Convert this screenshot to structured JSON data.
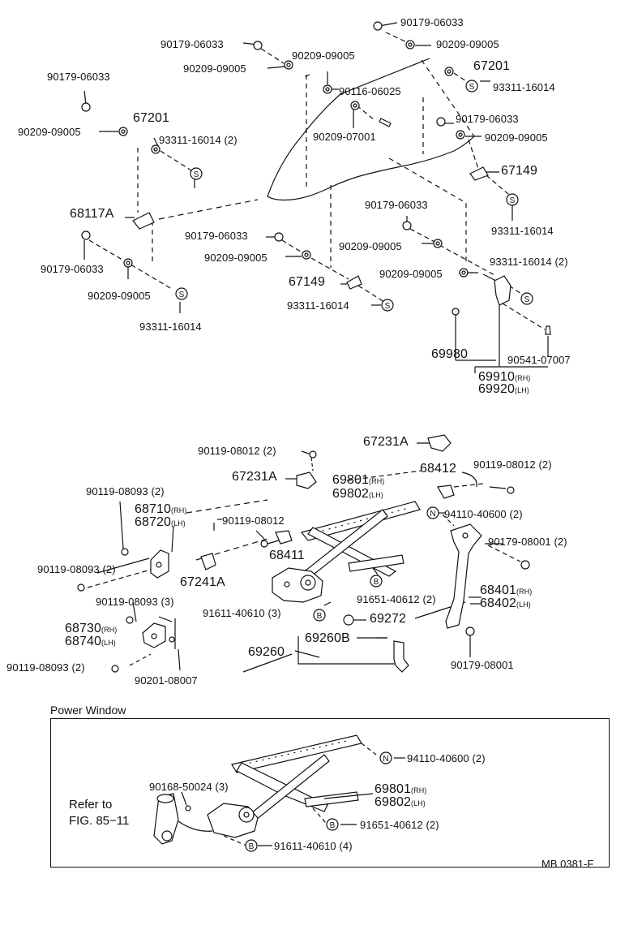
{
  "figure_id": "MB 0381-F",
  "power_window": {
    "title": "Power Window",
    "refer_line1": "Refer to",
    "refer_line2": "FIG. 85−11"
  },
  "labels": {
    "l01": "90179-06033",
    "l02": "90209-09005",
    "l03": "90179-06033",
    "l04": "90209-09005",
    "l05": "90209-09005",
    "l06": "67201",
    "l07": "93311-16014",
    "l08": "90179-06033",
    "l09": "90116-06025",
    "l10": "67201",
    "l11": "90209-09005",
    "l12": "93311-16014 (2)",
    "l13": "90209-07001",
    "l14": "90179-06033",
    "l15": "90209-09005",
    "l16": "67149",
    "l17": "68117A",
    "l18": "90179-06033",
    "l19": "93311-16014",
    "l20": "90179-06033",
    "l21": "90209-09005",
    "l22": "90179-06033",
    "l23": "90209-09005",
    "l24": "93311-16014 (2)",
    "l25": "90209-09005",
    "l26": "90209-09005",
    "l27": "67149",
    "l28": "93311-16014",
    "l29": "93311-16014",
    "l30": "69980",
    "l31": "90541-07007",
    "l32": "69910",
    "l32s": "(RH)",
    "l33": "69920",
    "l33s": "(LH)",
    "l34": "67231A",
    "l35": "90119-08012 (2)",
    "l36": "67231A",
    "l37": "69801",
    "l37s": "(RH)",
    "l38": "68412",
    "l39": "90119-08012 (2)",
    "l40": "90119-08093 (2)",
    "l41": "69802",
    "l41s": "(LH)",
    "l42": "68710",
    "l42s": "(RH)",
    "l43": "68720",
    "l43s": "(LH)",
    "l44": "90119-08012",
    "l45": "94110-40600 (2)",
    "l46": "90179-08001 (2)",
    "l47": "68411",
    "l48": "90119-08093 (2)",
    "l49": "67241A",
    "l50": "91651-40612 (2)",
    "l51": "68401",
    "l51s": "(RH)",
    "l52": "68402",
    "l52s": "(LH)",
    "l53": "90119-08093 (3)",
    "l54": "91611-40610 (3)",
    "l55": "69272",
    "l56": "68730",
    "l56s": "(RH)",
    "l57": "68740",
    "l57s": "(LH)",
    "l58": "69260B",
    "l59": "69260",
    "l60": "90119-08093 (2)",
    "l61": "90201-08007",
    "l62": "90179-08001",
    "p1": "94110-40600 (2)",
    "p2": "90168-50024 (3)",
    "p3": "69801",
    "p3s": "(RH)",
    "p4": "69802",
    "p4s": "(LH)",
    "p5": "91651-40612 (2)",
    "p6": "91611-40610 (4)"
  }
}
